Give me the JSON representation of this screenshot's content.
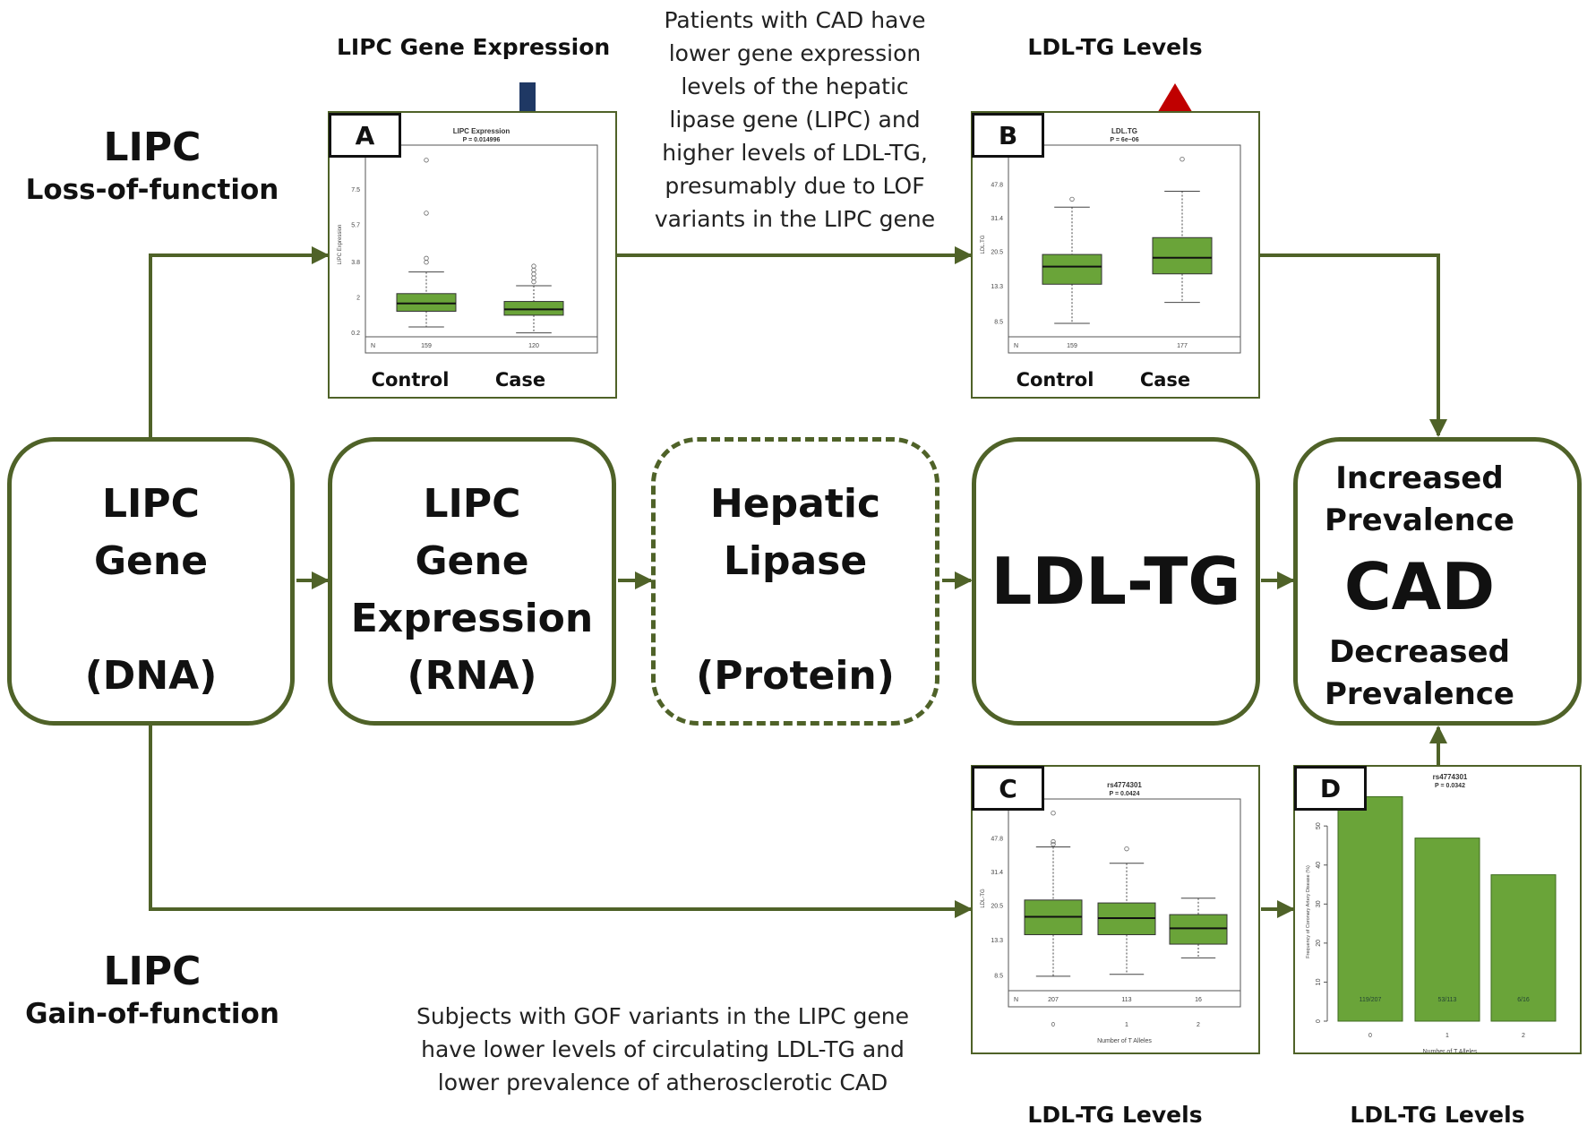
{
  "loss_title": {
    "line1": "LIPC",
    "line2": "Loss-of-function"
  },
  "gain_title": {
    "line1": "LIPC",
    "line2": "Gain-of-function"
  },
  "top_note": [
    "Patients with CAD have",
    "lower gene expression",
    "levels of the hepatic",
    "lipase gene (LIPC) and",
    "higher levels of LDL-TG,",
    "presumably due to LOF",
    "variants in the LIPC gene"
  ],
  "bottom_note": [
    "Subjects with GOF variants in the LIPC gene",
    "have lower levels of circulating LDL-TG and",
    "lower prevalence of atherosclerotic CAD"
  ],
  "headers": {
    "a": "LIPC Gene Expression",
    "b": "LDL-TG Levels",
    "c": "LDL-TG Levels",
    "d": "LDL-TG Levels"
  },
  "boxes": {
    "dna": [
      "LIPC",
      "Gene",
      "(DNA)"
    ],
    "rna": [
      "LIPC",
      "Gene",
      "Expression",
      "(RNA)"
    ],
    "protein": [
      "Hepatic",
      "Lipase",
      "(Protein)"
    ],
    "ldl": "LDL-TG",
    "cad": {
      "inc1": "Increased",
      "inc2": "Prevalence",
      "main": "CAD",
      "dec1": "Decreased",
      "dec2": "Prevalence"
    }
  },
  "colors": {
    "frame": "#4f6228",
    "box_fill": "#6aa439",
    "up_arrow": "#c00000",
    "down_arrow": "#1f3864"
  },
  "panels": {
    "a": {
      "badge": "A",
      "x_labels": [
        "Control",
        "Case"
      ]
    },
    "b": {
      "badge": "B",
      "x_labels": [
        "Control",
        "Case"
      ]
    },
    "c": {
      "badge": "C"
    },
    "d": {
      "badge": "D"
    }
  },
  "chart_data": [
    {
      "id": "A",
      "type": "box",
      "title": "LIPC Expression",
      "subtitle": "P = 0.014996",
      "ylabel": "LIPC Expression",
      "y_ticks": [
        0.2,
        2,
        3.8,
        5.7,
        7.5
      ],
      "ylim": [
        0,
        9.4
      ],
      "n_label": "N",
      "categories": [
        "Control",
        "Case"
      ],
      "n": [
        "159",
        "120"
      ],
      "boxes": [
        {
          "q1": 1.3,
          "median": 1.7,
          "q3": 2.2,
          "low": 0.5,
          "high": 3.3,
          "outliers": [
            3.8,
            4.0,
            6.3,
            9.0
          ]
        },
        {
          "q1": 1.1,
          "median": 1.4,
          "q3": 1.8,
          "low": 0.2,
          "high": 2.6,
          "outliers": [
            2.8,
            3.0,
            3.2,
            3.4,
            3.6
          ]
        }
      ]
    },
    {
      "id": "B",
      "type": "box",
      "title": "LDL.TG",
      "subtitle": "P = 6e−06",
      "ylabel": "LDL.TG",
      "y_ticks": [
        8.5,
        13.3,
        20.5,
        31.4,
        47.8
      ],
      "ylim": [
        7,
        72
      ],
      "log": true,
      "n_label": "N",
      "categories": [
        "Control",
        "Case"
      ],
      "n": [
        "159",
        "177"
      ],
      "boxes": [
        {
          "q1": 13.6,
          "median": 17.0,
          "q3": 19.8,
          "low": 8.3,
          "high": 36.0,
          "outliers": [
            39.8
          ]
        },
        {
          "q1": 15.5,
          "median": 19.0,
          "q3": 24.5,
          "low": 10.8,
          "high": 44.0,
          "outliers": [
            66.0
          ]
        }
      ]
    },
    {
      "id": "C",
      "type": "box",
      "title": "rs4774301",
      "subtitle": "P = 0.0424",
      "ylabel": "LDL-TG",
      "y_ticks": [
        8.5,
        13.3,
        20.5,
        31.4,
        47.8
      ],
      "ylim": [
        7,
        72
      ],
      "log": true,
      "xlabel": "Number of T Alleles",
      "categories": [
        "0",
        "1",
        "2"
      ],
      "n_label": "N",
      "n": [
        "207",
        "113",
        "16"
      ],
      "boxes": [
        {
          "q1": 14.2,
          "median": 17.8,
          "q3": 22.0,
          "low": 8.4,
          "high": 43.0,
          "outliers": [
            44.5,
            46.0,
            66.0
          ]
        },
        {
          "q1": 14.2,
          "median": 17.5,
          "q3": 21.2,
          "low": 8.6,
          "high": 35.0,
          "outliers": [
            42.0
          ]
        },
        {
          "q1": 12.6,
          "median": 15.4,
          "q3": 18.3,
          "low": 10.6,
          "high": 22.5,
          "outliers": []
        }
      ]
    },
    {
      "id": "D",
      "type": "bar",
      "title": "rs4774301",
      "subtitle": "P = 0.0342",
      "ylabel": "Frequency of Coronary Artery Disease (%)",
      "y_ticks": [
        0,
        10,
        20,
        30,
        40,
        50
      ],
      "ylim": [
        0,
        56
      ],
      "xlabel": "Number of T Alleles",
      "categories": [
        "0",
        "1",
        "2"
      ],
      "values": [
        57.5,
        46.9,
        37.5
      ],
      "bar_labels": [
        "119/207",
        "53/113",
        "6/16"
      ]
    }
  ]
}
